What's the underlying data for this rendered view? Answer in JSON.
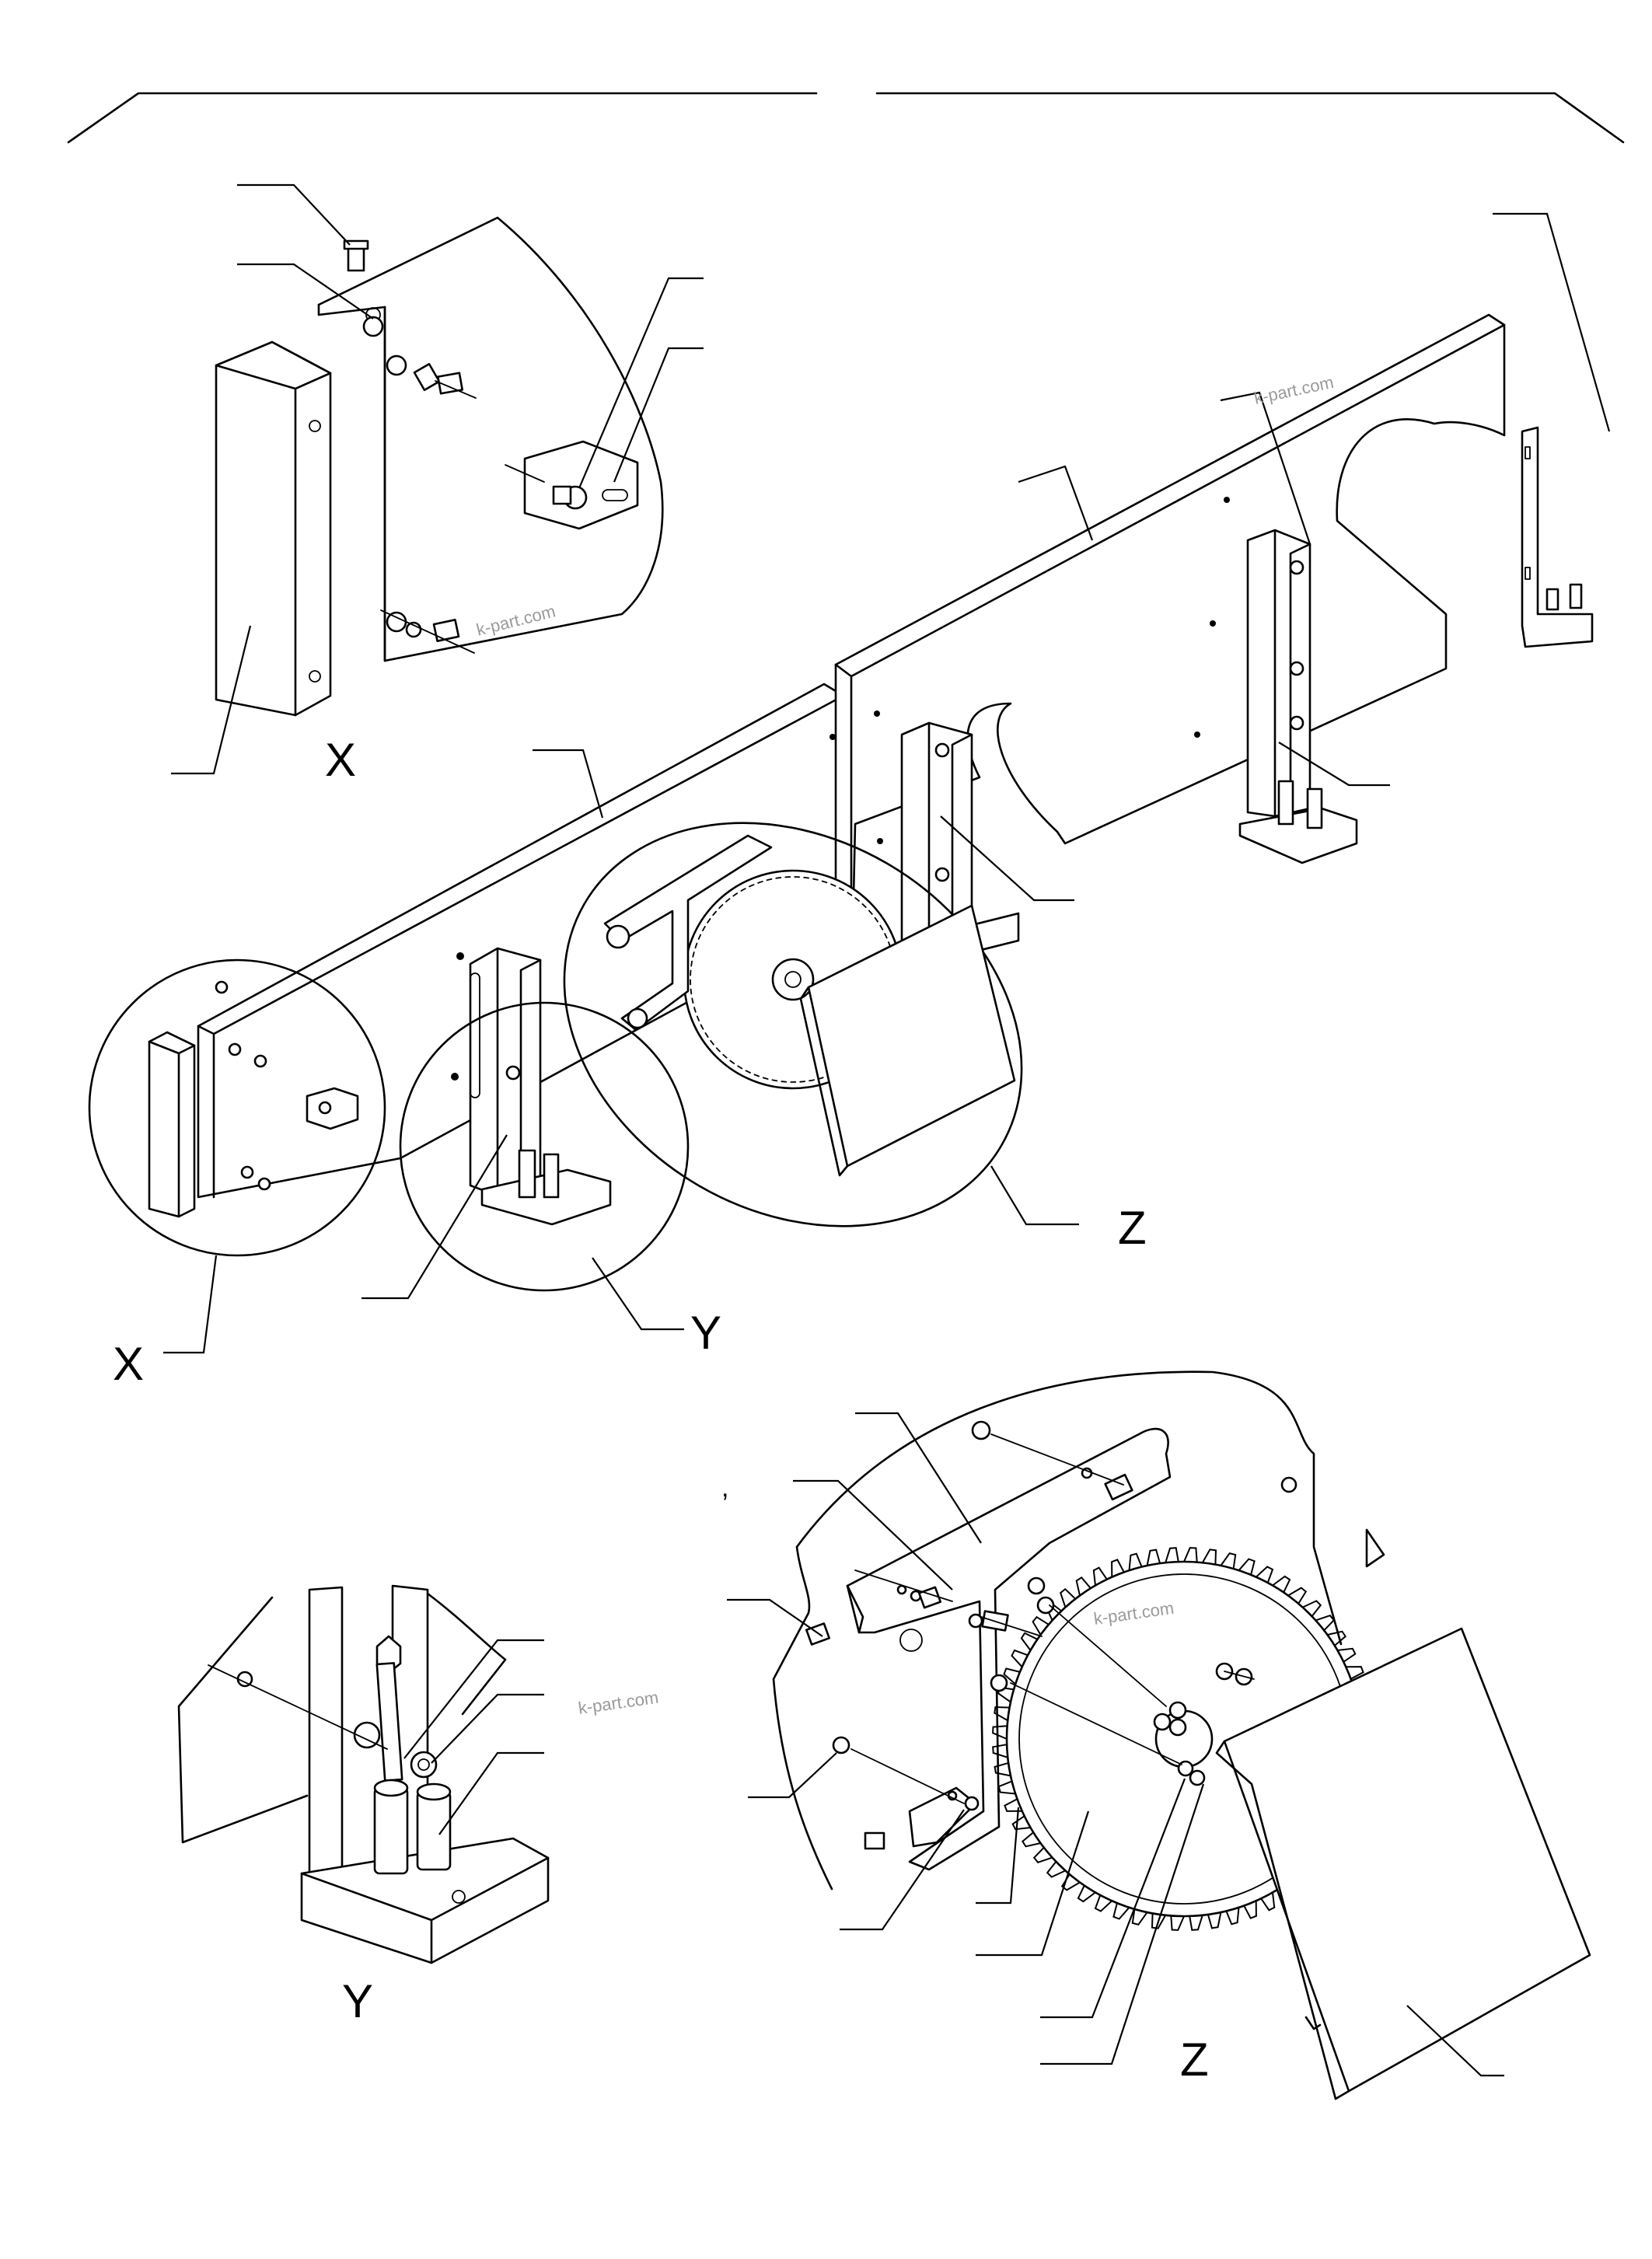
{
  "callouts": {
    "x_main": "X",
    "y_main": "Y",
    "z_main": "Z",
    "x_detail": "X",
    "y_detail": "Y",
    "z_detail": "Z"
  },
  "watermarks": {
    "wm1": "k-part.com",
    "wm2": "k-part.com",
    "wm3": "k-part.com",
    "wm4": "k-part.com"
  },
  "stray_mark": ","
}
